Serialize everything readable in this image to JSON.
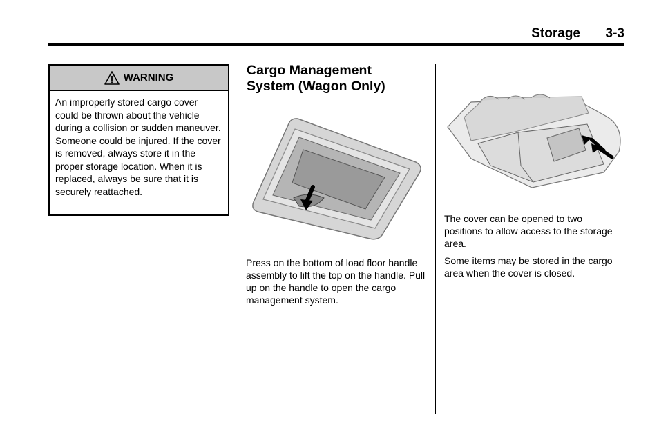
{
  "header": {
    "section": "Storage",
    "page_number": "3-3"
  },
  "warning": {
    "label": "WARNING",
    "icon": "warning-triangle-icon",
    "text": "An improperly stored cargo cover could be thrown about the vehicle during a collision or sudden maneuver. Someone could be injured. If the cover is removed, always store it in the proper storage location. When it is replaced, always be sure that it is securely reattached."
  },
  "cargo": {
    "heading_line1": "Cargo Management",
    "heading_line2": "System (Wagon Only)",
    "para1": "Press on the bottom of load floor handle assembly to lift the top on the handle. Pull up on the handle to open the cargo management system.",
    "para2": "The cover can be opened to two positions to allow access to the storage area.",
    "para3": "Some items may be stored in the cargo area when the cover is closed."
  },
  "colors": {
    "warning_header_bg": "#c8c8c8",
    "text": "#000000"
  }
}
